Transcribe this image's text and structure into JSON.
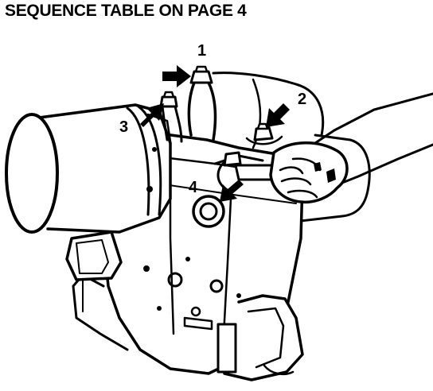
{
  "header": {
    "title": "SEQUENCE TABLE ON PAGE 4"
  },
  "callouts": {
    "c1": "1",
    "c2": "2",
    "c3": "3",
    "c4": "4"
  },
  "illustration": {
    "subject": "hydraulic-unit-with-hand-and-wrench",
    "ink_color": "#000000",
    "paper_color": "#ffffff"
  }
}
